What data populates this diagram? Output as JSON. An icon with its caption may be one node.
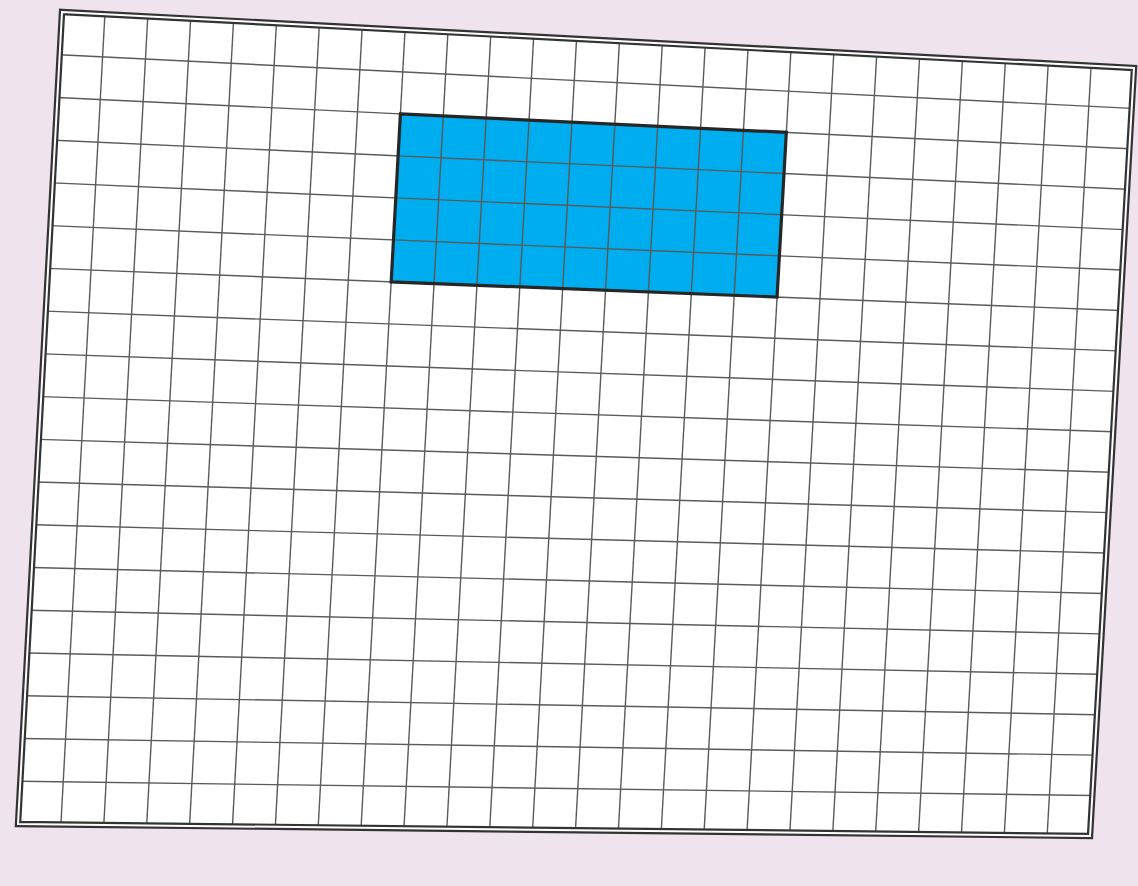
{
  "diagram": {
    "nodes": [
      {
        "text": [],
        "shape": "box"
      },
      {
        "text": [],
        "shape": "box",
        "in": 0
      }
    ]
  }
}
